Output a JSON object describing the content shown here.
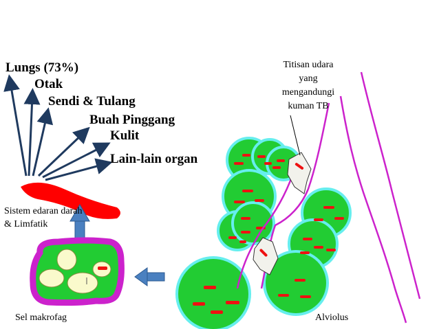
{
  "organs": {
    "lungs": "Lungs (73%)",
    "otak": "Otak",
    "sendi": "Sendi & Tulang",
    "buah": "Buah Pinggang",
    "kulit": "Kulit",
    "lain": "Lain-lain organ"
  },
  "labels": {
    "sistem_line1": "Sistem edaran darah",
    "sistem_line2": "& Limfatik",
    "titisan_line1": "Titisan udara",
    "titisan_line2": "yang",
    "titisan_line3": "mengandungi",
    "titisan_line4": "kuman TB",
    "sel": "Sel makrofag",
    "alviolus": "Alviolus"
  },
  "colors": {
    "arrow": "#1f3a5f",
    "blood": "#ff0000",
    "cell_green": "#22cc33",
    "cell_rim": "#66eeee",
    "membrane": "#cc22cc",
    "bacteria": "#ee1111",
    "block_arrow": "#4a80c0"
  }
}
